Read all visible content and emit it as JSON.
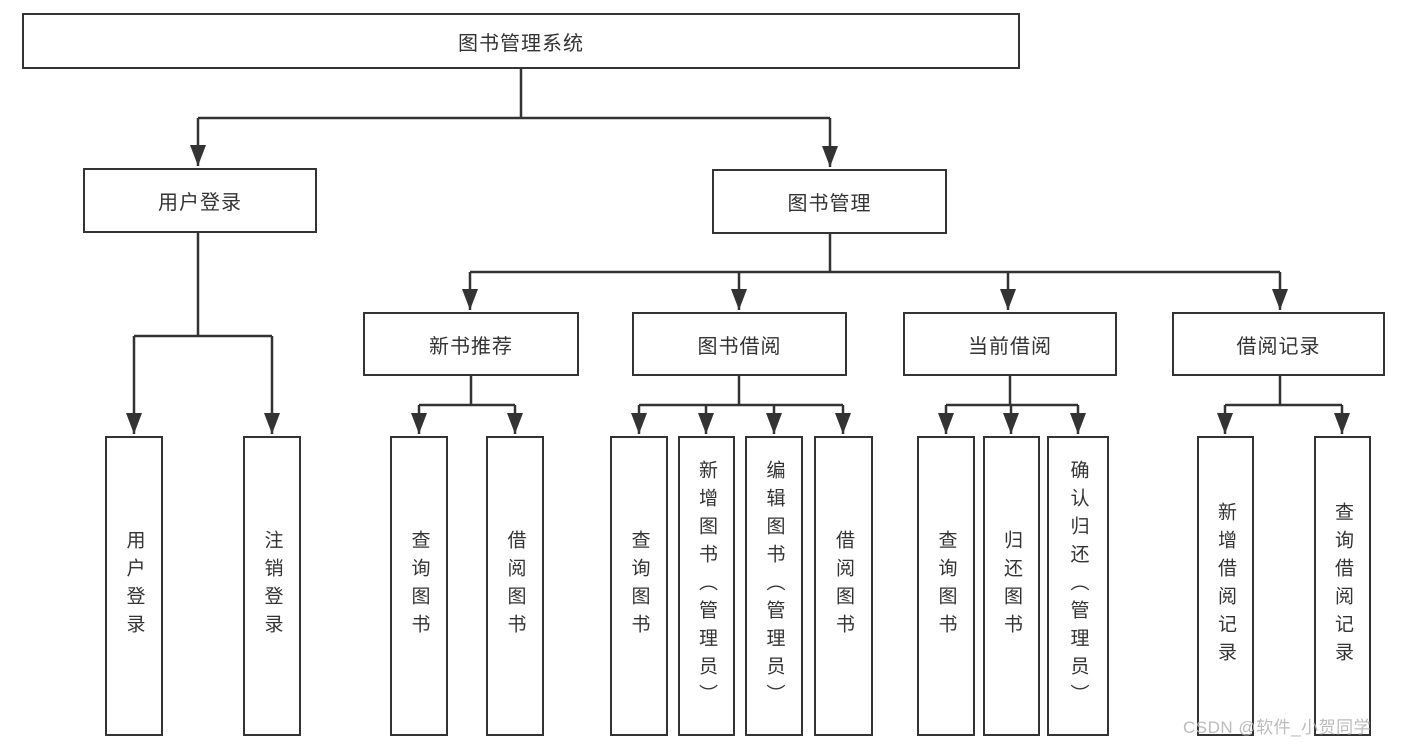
{
  "diagram": {
    "root": {
      "label": "图书管理系统"
    },
    "level2": [
      {
        "label": "用户登录",
        "children": [
          "用户登录",
          "注销登录"
        ]
      },
      {
        "label": "图书管理",
        "sections": [
          {
            "label": "新书推荐",
            "children": [
              "查询图书",
              "借阅图书"
            ]
          },
          {
            "label": "图书借阅",
            "children": [
              "查询图书",
              "新增图书（管理员）",
              "编辑图书（管理员）",
              "借阅图书"
            ]
          },
          {
            "label": "当前借阅",
            "children": [
              "查询图书",
              "归还图书",
              "确认归还（管理员）"
            ]
          },
          {
            "label": "借阅记录",
            "children": [
              "新增借阅记录",
              "查询借阅记录"
            ]
          }
        ]
      }
    ]
  },
  "watermark": {
    "text": "CSDN @软件_小贺同学"
  },
  "colors": {
    "line": "#333333",
    "box_fill": "#ffffff",
    "watermark": "#b5b5b5"
  }
}
